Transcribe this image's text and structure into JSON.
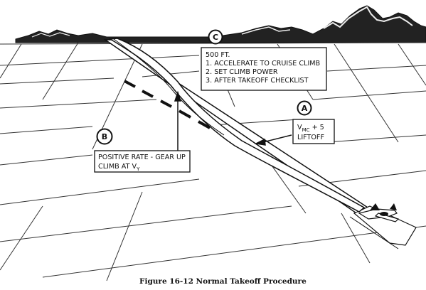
{
  "markers": {
    "a": "A",
    "b": "B",
    "c": "C"
  },
  "callout_c": {
    "lines": [
      "500 FT.",
      "1.  ACCELERATE TO CRUISE CLIMB",
      "2.  SET CLIMB POWER",
      "3.  AFTER TAKEOFF CHECKLIST"
    ]
  },
  "callout_a": {
    "vmc_base": "V",
    "vmc_sub": "MC",
    "vmc_suffix": " + 5",
    "line2": "LIFTOFF"
  },
  "callout_b": {
    "line1": "POSITIVE RATE - GEAR UP",
    "line2_base": "CLIMB AT V",
    "line2_sub": "Y"
  },
  "caption": "Figure 16-12   Normal Takeoff Procedure"
}
